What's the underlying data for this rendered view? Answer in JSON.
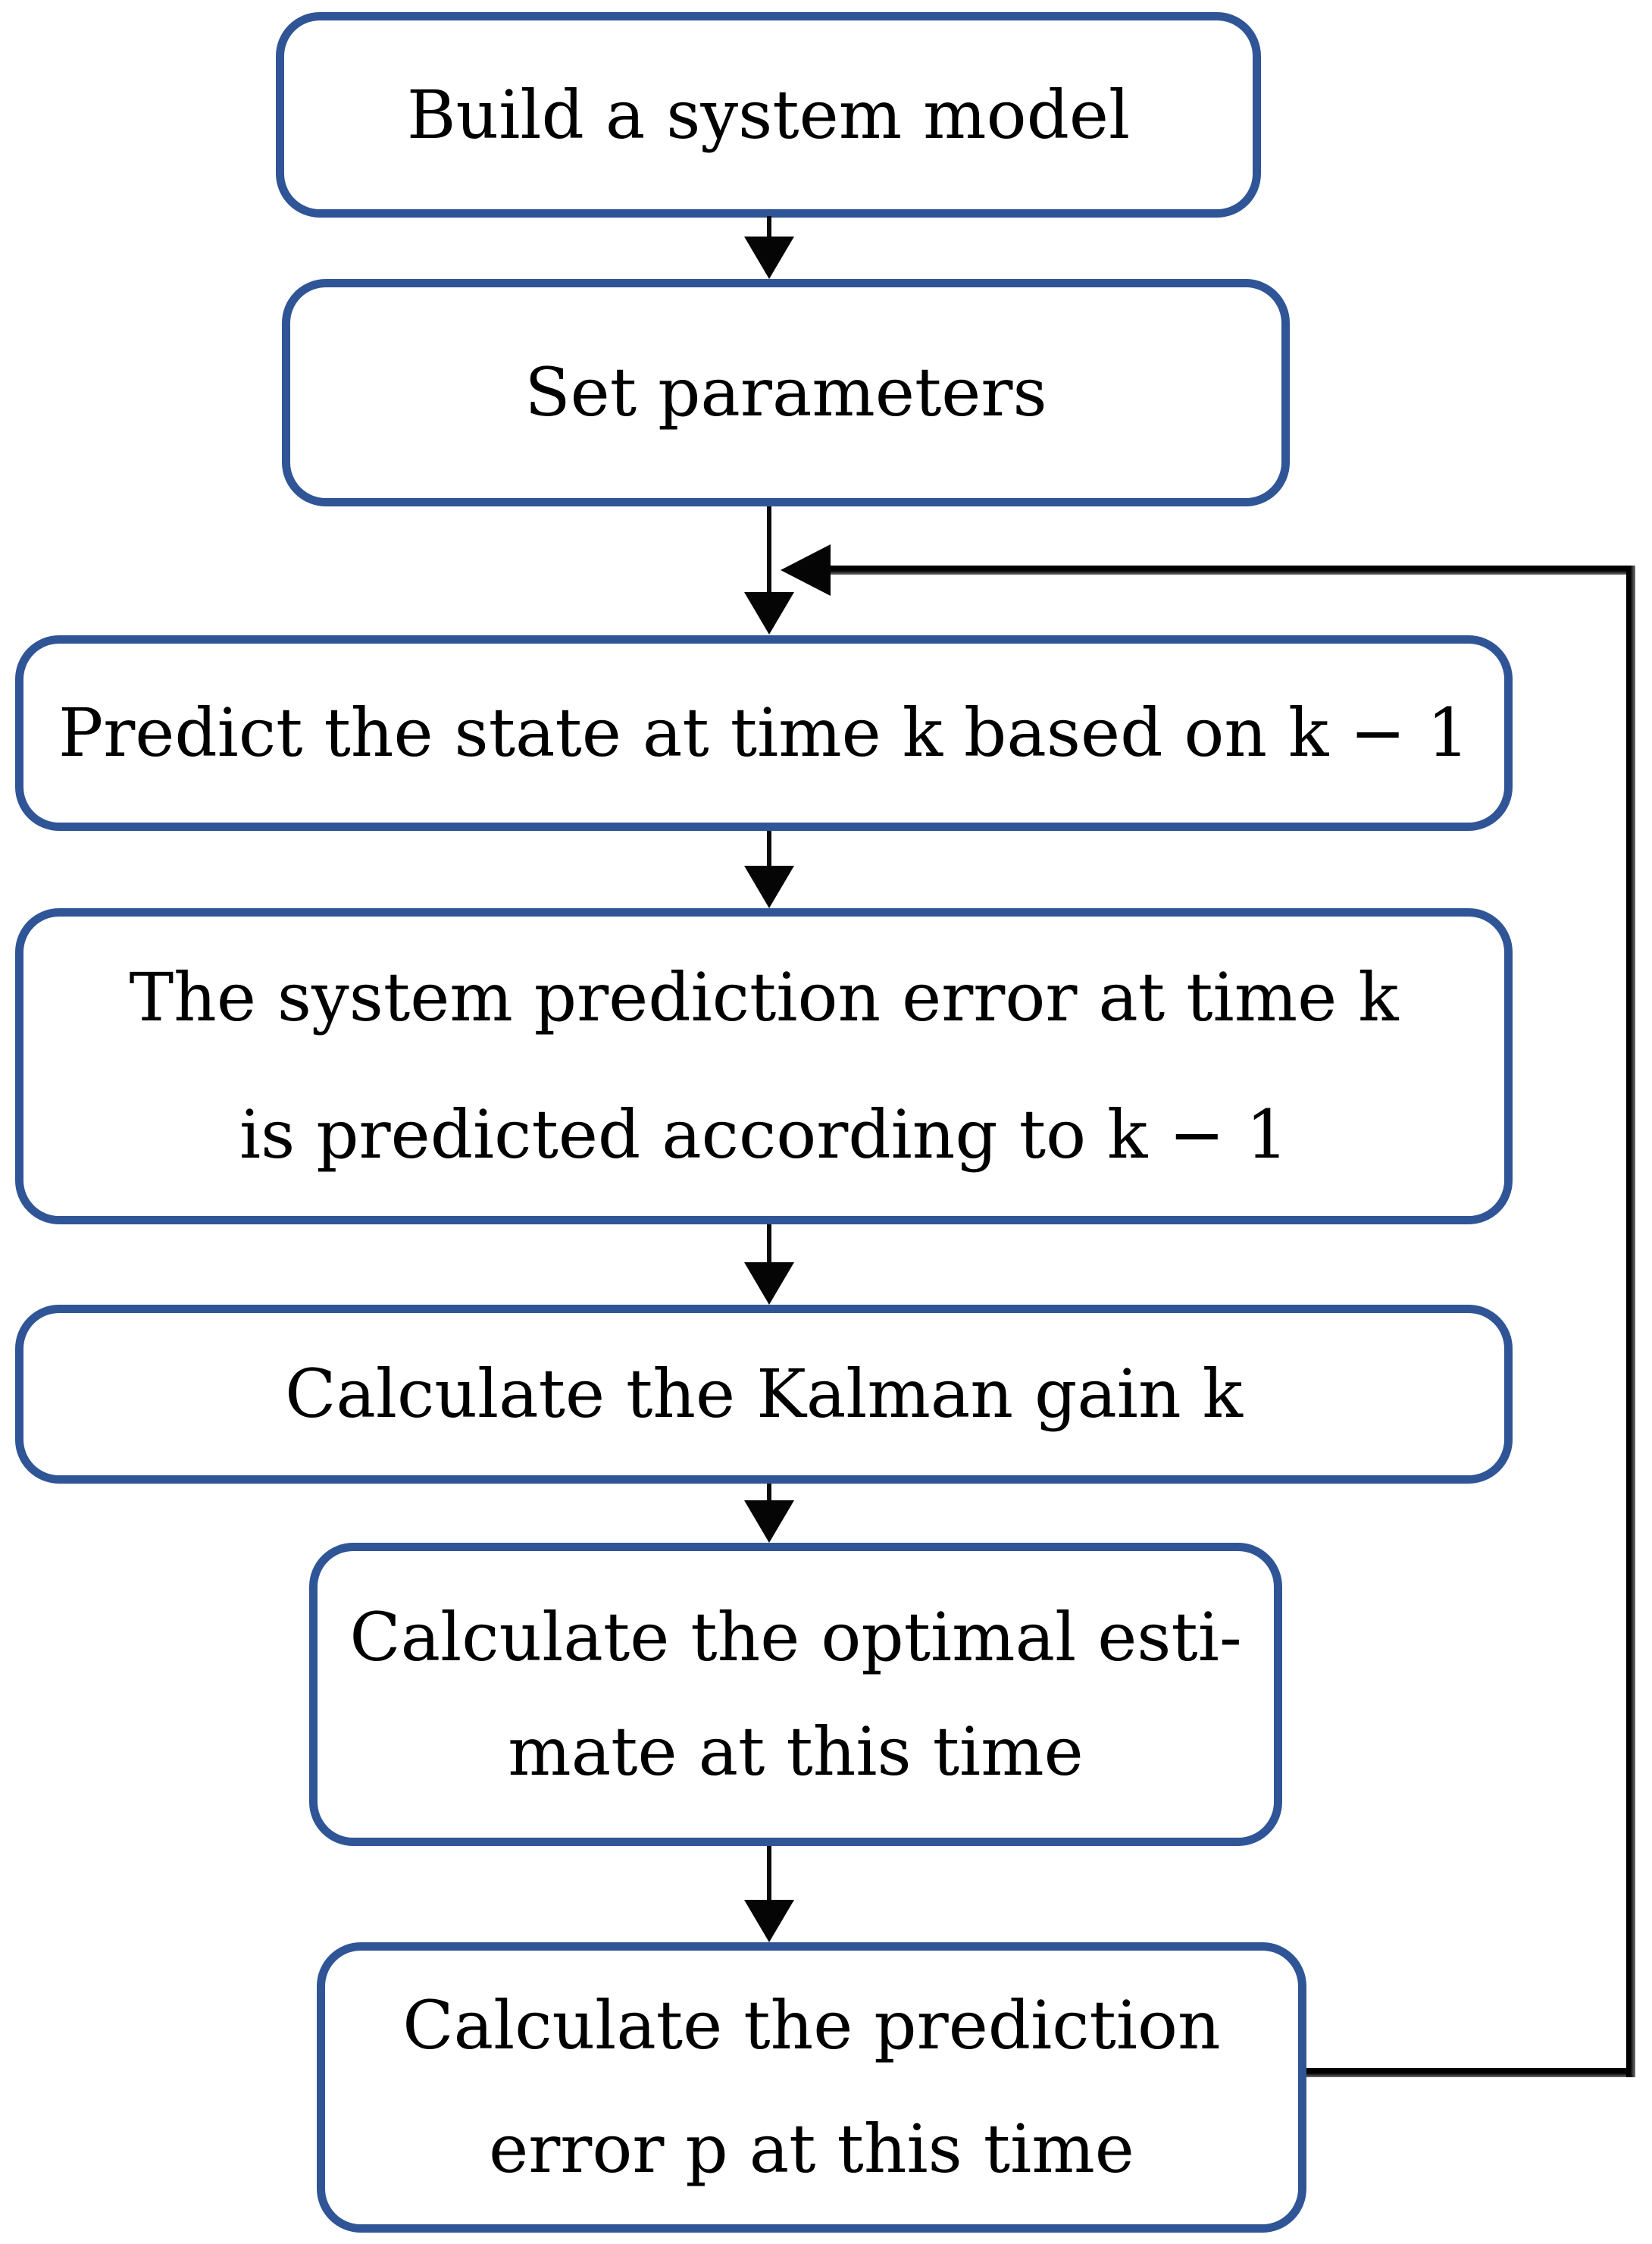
{
  "diagram": {
    "type": "flowchart",
    "description": "Kalman filter algorithm flowchart",
    "colors": {
      "box_border": "#2F5597",
      "box_background": "#FFFFFF",
      "text": "#000000",
      "connector": "#000000"
    },
    "boxes": [
      {
        "id": "build-system-model",
        "lines": [
          "Build a system model"
        ]
      },
      {
        "id": "set-parameters",
        "lines": [
          "Set parameters"
        ]
      },
      {
        "id": "predict-state",
        "lines": [
          "Predict the state at time k based on k − 1"
        ]
      },
      {
        "id": "predict-system-error",
        "lines": [
          "The system prediction error at time k",
          "is predicted according to k − 1"
        ]
      },
      {
        "id": "calculate-kalman-gain",
        "lines": [
          "Calculate the Kalman gain k"
        ]
      },
      {
        "id": "calculate-optimal-estimate",
        "lines": [
          "Calculate the optimal esti-",
          "mate at this time"
        ]
      },
      {
        "id": "calculate-prediction-error",
        "lines": [
          "Calculate the prediction",
          "error p at this time"
        ]
      }
    ],
    "connections": [
      {
        "from": "build-system-model",
        "to": "set-parameters",
        "type": "arrow"
      },
      {
        "from": "set-parameters",
        "to": "predict-state",
        "type": "arrow"
      },
      {
        "from": "predict-state",
        "to": "predict-system-error",
        "type": "arrow"
      },
      {
        "from": "predict-system-error",
        "to": "calculate-kalman-gain",
        "type": "arrow"
      },
      {
        "from": "calculate-kalman-gain",
        "to": "calculate-optimal-estimate",
        "type": "arrow"
      },
      {
        "from": "calculate-optimal-estimate",
        "to": "calculate-prediction-error",
        "type": "arrow"
      },
      {
        "from": "calculate-prediction-error",
        "to": "predict-state",
        "type": "feedback-loop"
      }
    ]
  }
}
